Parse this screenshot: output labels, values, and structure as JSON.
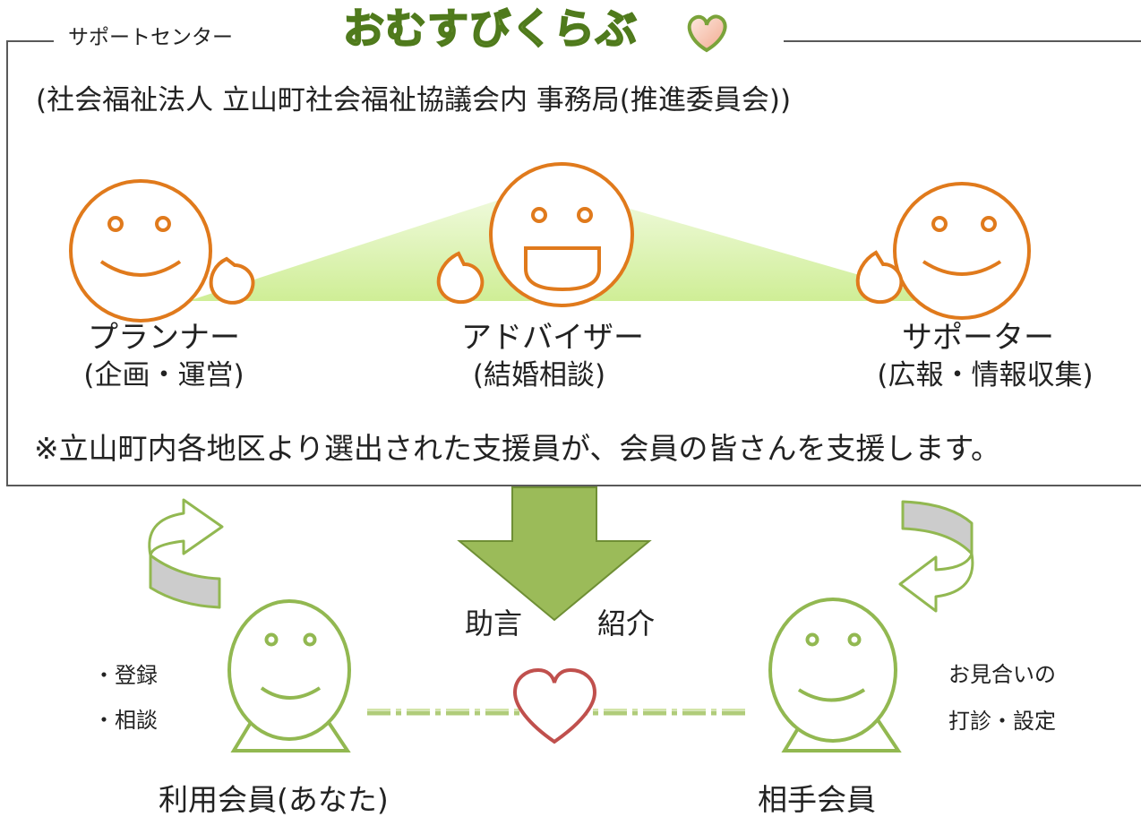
{
  "header": {
    "label": "サポートセンター",
    "logo_text": "おむすびくらぶ",
    "subtitle": "(社会福祉法人 立山町社会福祉協議会内 事務局(推進委員会))"
  },
  "roles": [
    {
      "title": "プランナー",
      "desc": "(企画・運営)"
    },
    {
      "title": "アドバイザー",
      "desc": "(結婚相談)"
    },
    {
      "title": "サポーター",
      "desc": "(広報・情報収集)"
    }
  ],
  "note": "※立山町内各地区より選出された支援員が、会員の皆さんを支援します。",
  "arrow": {
    "label_left": "助言",
    "label_right": "紹介"
  },
  "left_member": {
    "actions": [
      "・登録",
      "・相談"
    ],
    "name": "利用会員(あなた)"
  },
  "right_member": {
    "actions": [
      "お見合いの",
      "打診・設定"
    ],
    "name": "相手会員"
  },
  "colors": {
    "orange": "#e07a1c",
    "green": "#92b851",
    "logo_green": "#6f9a34",
    "heart": "#c0504d",
    "mint": "#d8f0a8"
  }
}
